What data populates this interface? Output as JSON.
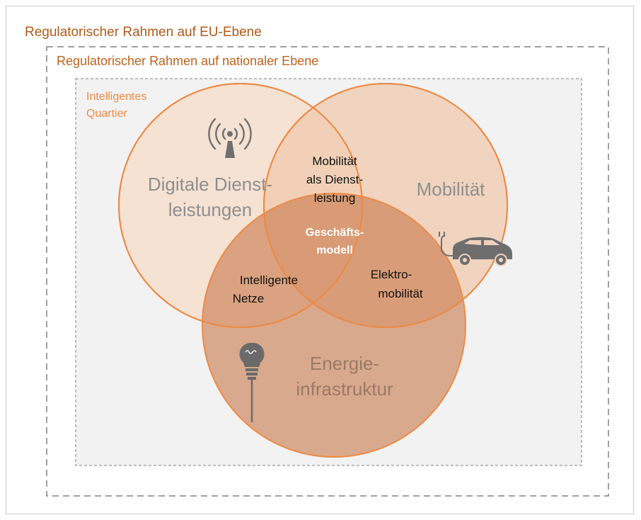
{
  "frames": {
    "eu_label": "Regulatorischer Rahmen auf EU-Ebene",
    "national_label": "Regulatorischer Rahmen auf nationaler Ebene",
    "quarter_label_line1": "Intelligentes",
    "quarter_label_line2": "Quartier"
  },
  "circles": {
    "digital": {
      "line1": "Digitale Dienst-",
      "line2": "leistungen",
      "fill": "#f2dccb",
      "icon": "wireless-antenna-icon"
    },
    "mobility": {
      "line1": "Mobilität",
      "fill": "#efcfb6",
      "icon": "electric-car-icon"
    },
    "energy": {
      "line1": "Energie-",
      "line2": "infrastruktur",
      "fill": "#d9a37f",
      "icon": "light-bulb-icon"
    }
  },
  "intersections": {
    "maas": {
      "line1": "Mobilität",
      "line2": "als Dienst-",
      "line3": "leistung"
    },
    "smart_grids": {
      "line1": "Intelligente",
      "line2": "Netze"
    },
    "emobility": {
      "line1": "Elektro-",
      "line2": "mobilität"
    },
    "center": {
      "line1": "Geschäfts-",
      "line2": "modell"
    }
  },
  "colors": {
    "accent": "#c0621b",
    "circle_stroke": "#ed8a45",
    "dashed_border": "#808080",
    "quarter_bg": "#f2f2f2",
    "icon_gray": "#6e6e6e"
  }
}
